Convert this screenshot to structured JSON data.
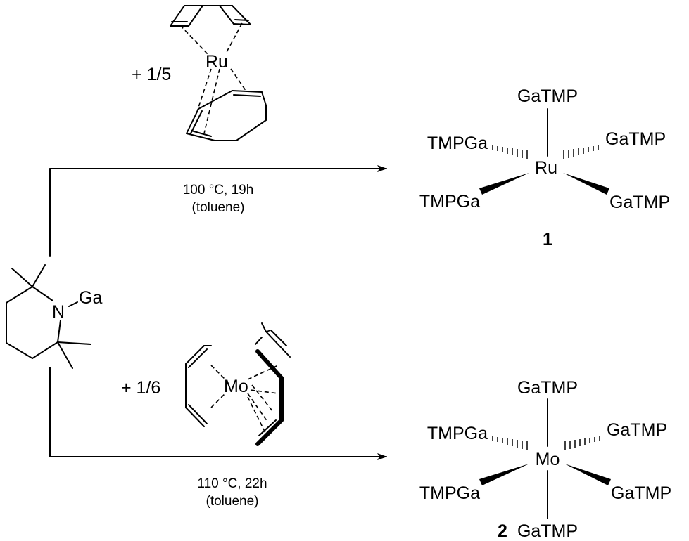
{
  "reagent": {
    "n_label": "N",
    "ga_label": "Ga"
  },
  "reaction_top": {
    "stoich": "+ 1/5",
    "metal": "Ru",
    "conditions_line1": "100 °C, 19h",
    "conditions_line2": "(toluene)"
  },
  "reaction_bottom": {
    "stoich": "+ 1/6",
    "metal": "Mo",
    "conditions_line1": "110 °C, 22h",
    "conditions_line2": "(toluene)"
  },
  "product_1": {
    "center": "Ru",
    "ligand_top": "GaTMP",
    "ligand_left_back": "TMPGa",
    "ligand_right_back": "GaTMP",
    "ligand_left_front": "TMPGa",
    "ligand_right_front": "GaTMP",
    "compound_number": "1"
  },
  "product_2": {
    "center": "Mo",
    "ligand_top": "GaTMP",
    "ligand_left_back": "TMPGa",
    "ligand_right_back": "GaTMP",
    "ligand_left_front": "TMPGa",
    "ligand_right_front": "GaTMP",
    "ligand_bottom": "GaTMP",
    "compound_number": "2"
  }
}
